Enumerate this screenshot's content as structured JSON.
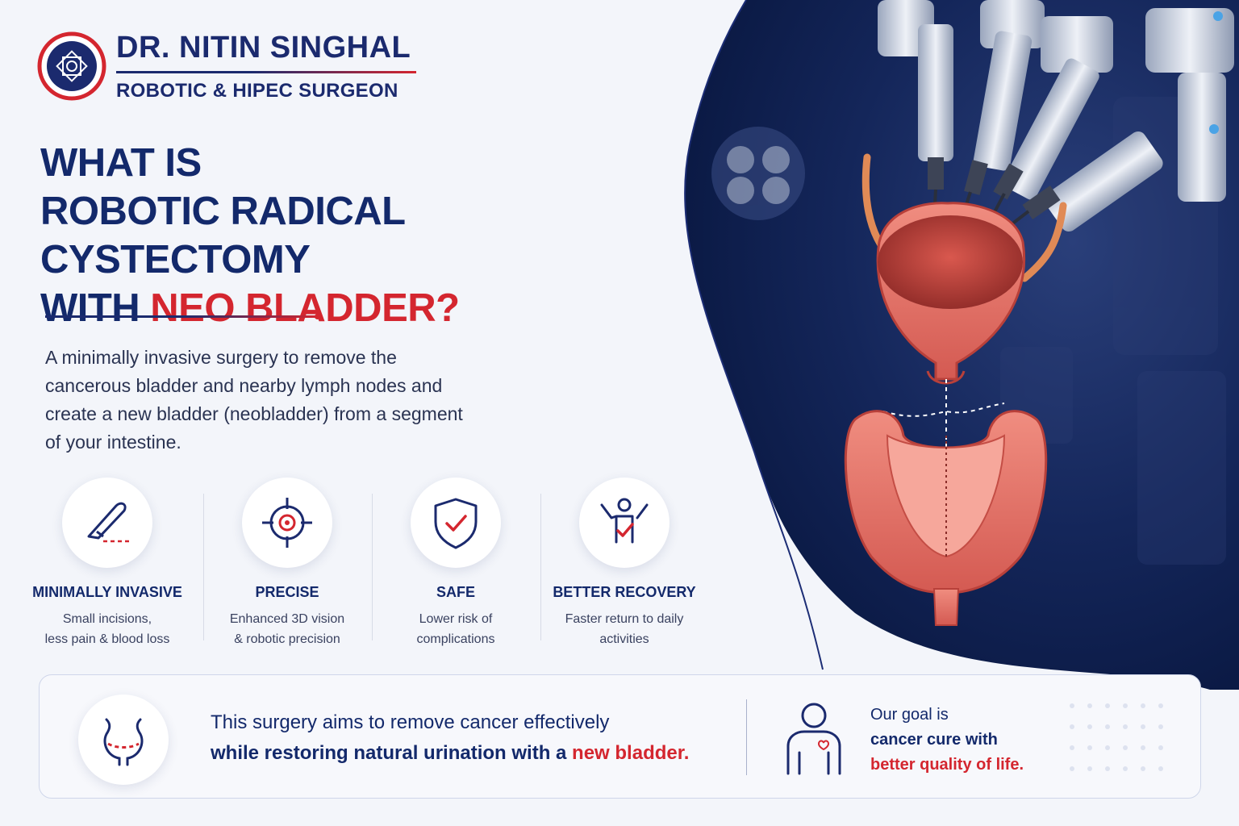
{
  "brand": {
    "name": "DR. NITIN SINGHAL",
    "subtitle": "ROBOTIC & HIPEC SURGEON"
  },
  "headline": {
    "line1": "WHAT IS",
    "line2": "ROBOTIC RADICAL CYSTECTOMY",
    "line3_prefix": "WITH ",
    "line3_accent": "NEO BLADDER?"
  },
  "description": "A minimally invasive surgery to remove the cancerous bladder and nearby lymph nodes and create a new bladder (neobladder) from a segment of your intestine.",
  "features": [
    {
      "icon": "scalpel-icon",
      "title": "MINIMALLY INVASIVE",
      "desc_line1": "Small incisions,",
      "desc_line2": "less pain & blood loss"
    },
    {
      "icon": "crosshair-icon",
      "title": "PRECISE",
      "desc_line1": "Enhanced 3D vision",
      "desc_line2": "& robotic precision"
    },
    {
      "icon": "shield-check-icon",
      "title": "SAFE",
      "desc_line1": "Lower risk of",
      "desc_line2": "complications"
    },
    {
      "icon": "person-check-icon",
      "title": "BETTER RECOVERY",
      "desc_line1": "Faster return to daily",
      "desc_line2": "activities"
    }
  ],
  "bottom": {
    "msg_line1": "This surgery aims to remove cancer effectively",
    "msg_line2_bold": "while restoring natural urination with a ",
    "msg_line2_red": "new bladder.",
    "goal_line1": "Our goal is",
    "goal_line2": "cancer cure with",
    "goal_line3": "better quality of life."
  },
  "colors": {
    "navy": "#13296b",
    "red": "#d4262f",
    "background": "#f3f5fa",
    "hero_dark": "#0b1a45"
  }
}
